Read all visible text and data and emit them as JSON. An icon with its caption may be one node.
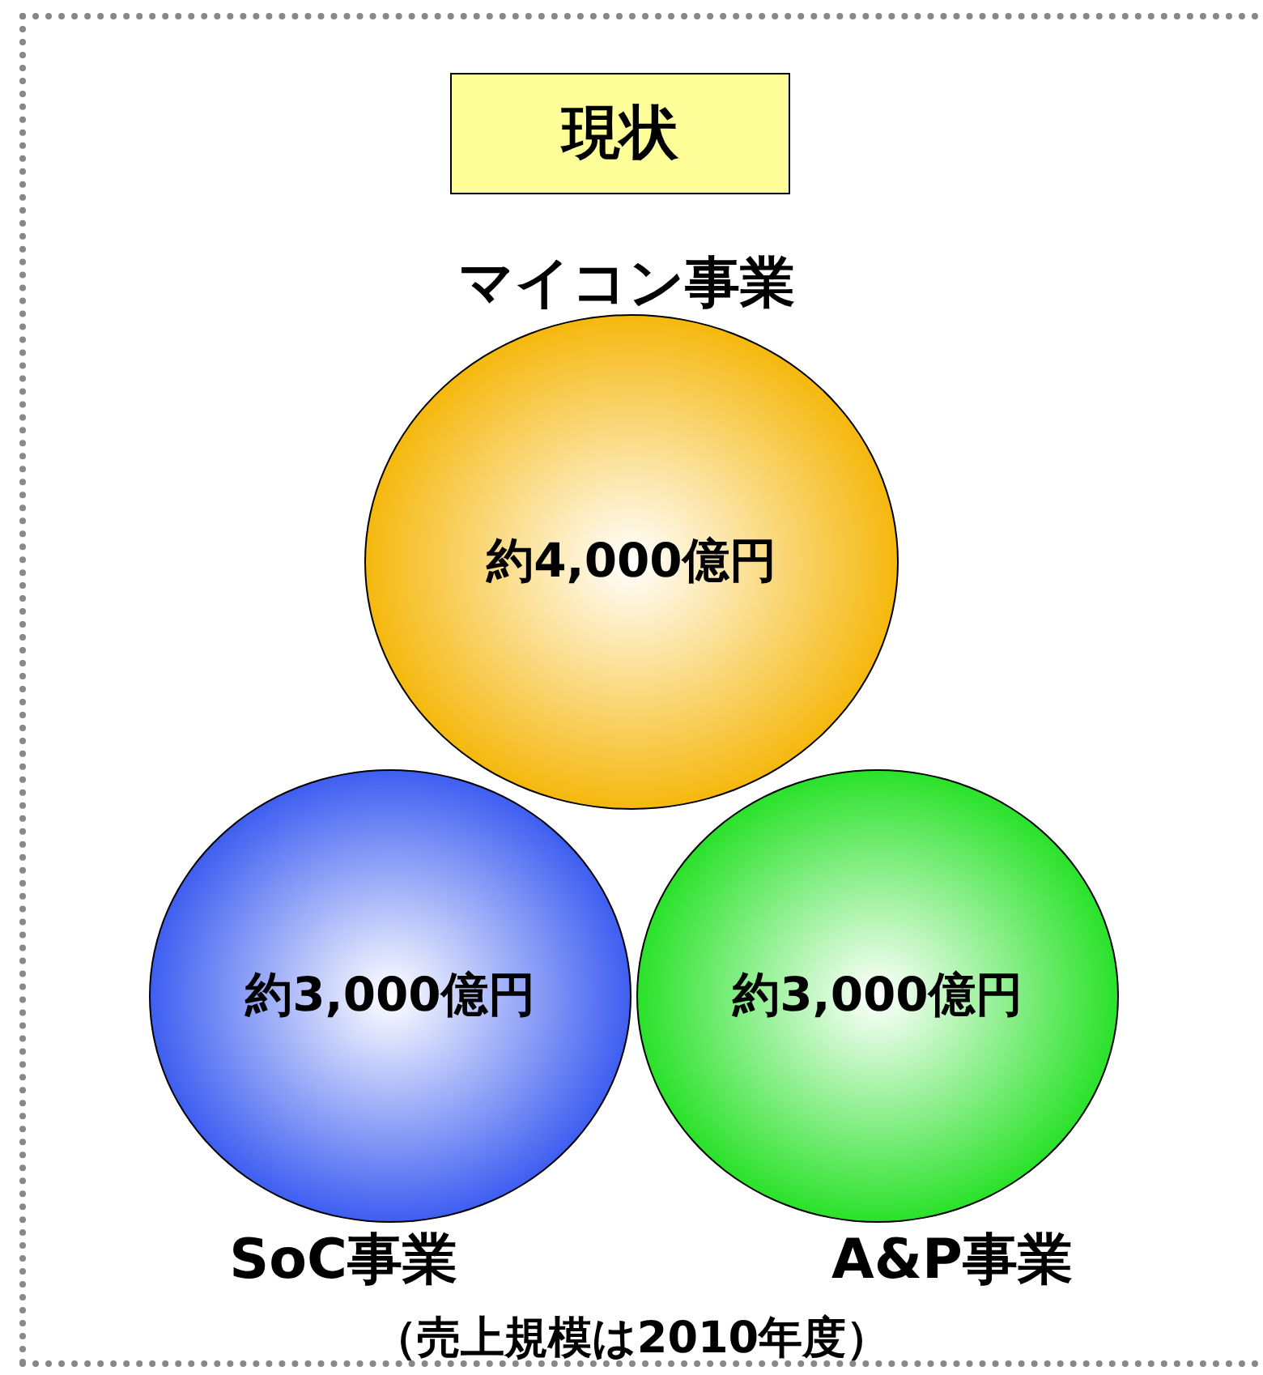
{
  "diagram": {
    "caption": "（売上規模は2010年度）",
    "nodes": [
      {
        "text": [
          "現状"
        ]
      },
      {
        "text": [
          "マイコン事業",
          "約4,000億円"
        ]
      },
      {
        "text": [
          "約3,000億円",
          "SoC事業"
        ]
      },
      {
        "text": [
          "約3,000億円",
          "A&P事業"
        ]
      }
    ]
  }
}
